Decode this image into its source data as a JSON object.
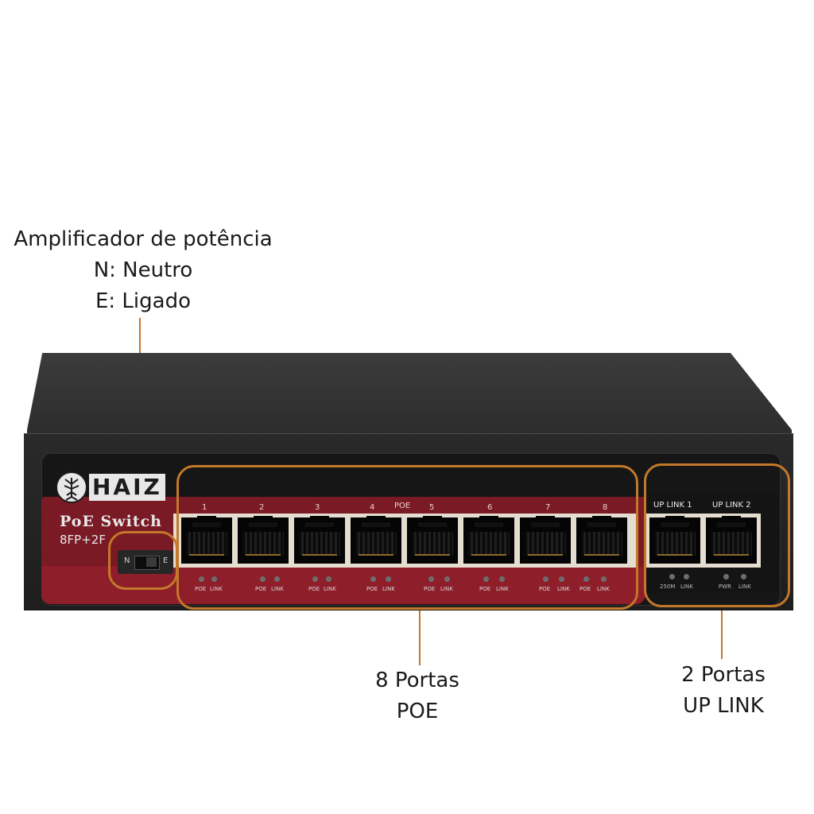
{
  "callouts": {
    "amplifier": {
      "title": "Amplificador de potência",
      "line2": "N: Neutro",
      "line3": "E: Ligado"
    },
    "poe_ports": {
      "line1": "8 Portas",
      "line2": "POE"
    },
    "uplink_ports": {
      "line1": "2 Portas",
      "line2": "UP LINK"
    }
  },
  "colors": {
    "highlight": "#c4782a",
    "body": "#1d1d1d",
    "stripe": "#7a1a24"
  },
  "device": {
    "brand_logo": "HAIZ",
    "model_line1": "PoE Switch",
    "model_line2": "8FP+2F",
    "extend_switch": {
      "n": "N",
      "e": "E"
    },
    "poe_header": "POE",
    "poe_port_numbers": [
      "1",
      "2",
      "3",
      "4",
      "5",
      "6",
      "7",
      "8"
    ],
    "poe_led_labels": {
      "poe": "POE",
      "link": "LINK"
    },
    "uplink_labels": [
      "UP LINK 1",
      "UP LINK 2"
    ],
    "uplink_led_labels": [
      "250M",
      "LINK",
      "PWR",
      "LINK"
    ]
  }
}
